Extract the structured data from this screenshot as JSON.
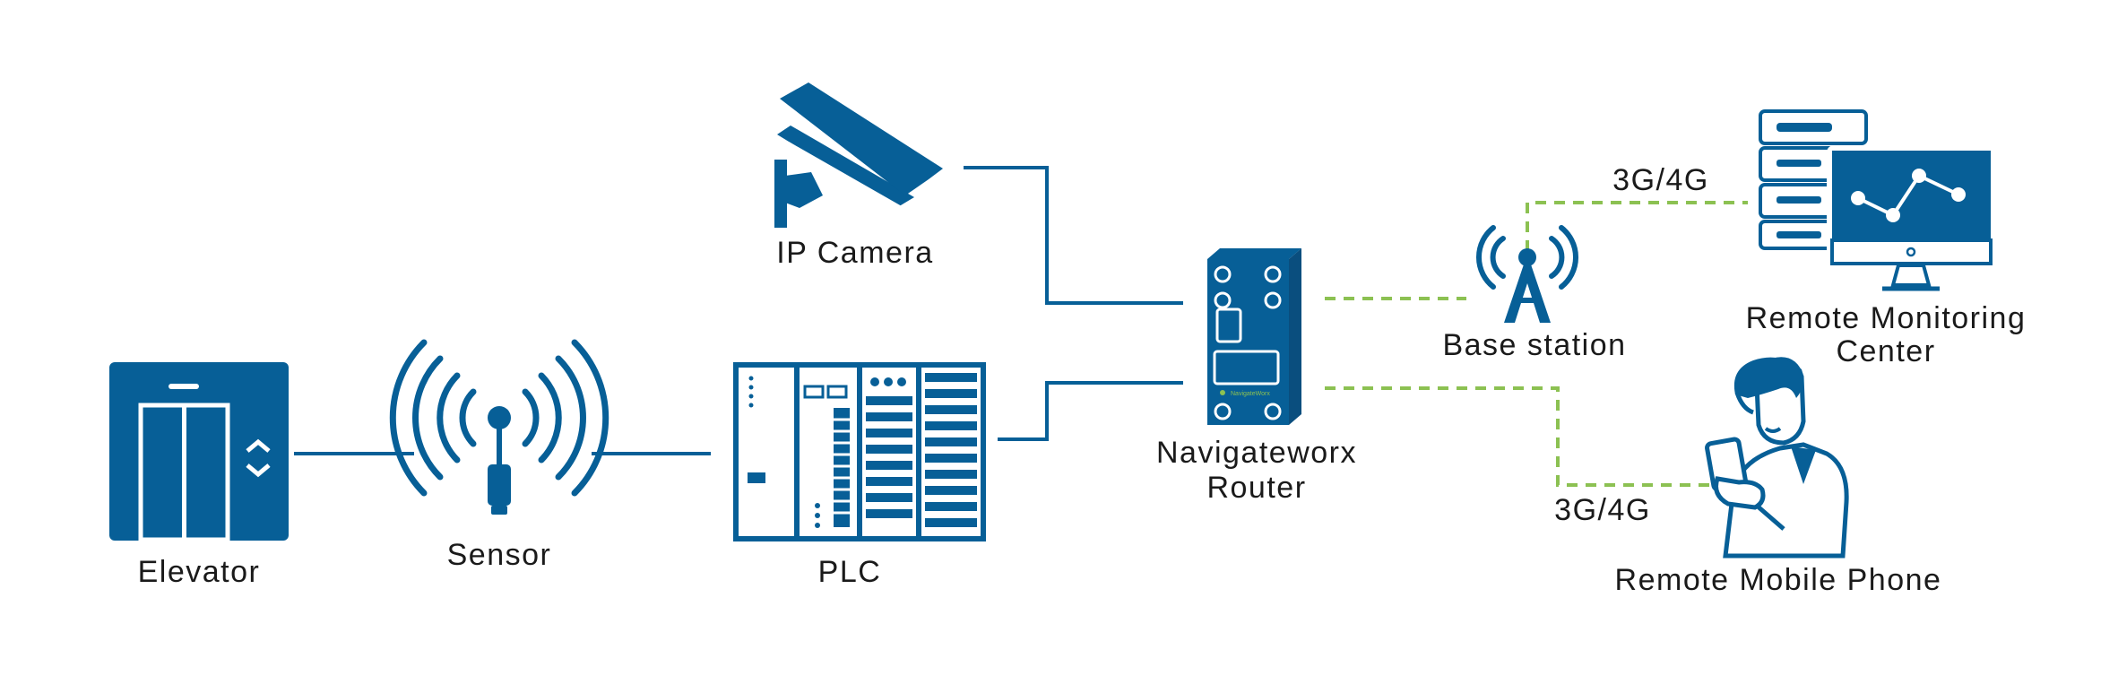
{
  "colors": {
    "primary": "#075f97",
    "wired_link": "#075f97",
    "wireless_link": "#8cc152",
    "text": "#1a1a1a"
  },
  "nodes": {
    "elevator": {
      "label": "Elevator",
      "icon": "elevator-icon"
    },
    "sensor": {
      "label": "Sensor",
      "icon": "sensor-icon"
    },
    "plc": {
      "label": "PLC",
      "icon": "plc-icon"
    },
    "ip_camera": {
      "label": "IP Camera",
      "icon": "cctv-camera-icon"
    },
    "router": {
      "label_line1": "Navigateworx",
      "label_line2": "Router",
      "icon": "router-icon",
      "brand_mark": "NavigateWorx"
    },
    "base_station": {
      "label": "Base station",
      "icon": "antenna-tower-icon"
    },
    "monitoring_center": {
      "label_line1": "Remote Monitoring",
      "label_line2": "Center",
      "icon": "server-monitor-icon"
    },
    "mobile_phone": {
      "label": "Remote Mobile Phone",
      "icon": "person-with-phone-icon"
    }
  },
  "links": {
    "to_monitoring": {
      "label": "3G/4G",
      "type": "wireless"
    },
    "to_mobile": {
      "label": "3G/4G",
      "type": "wireless"
    }
  }
}
